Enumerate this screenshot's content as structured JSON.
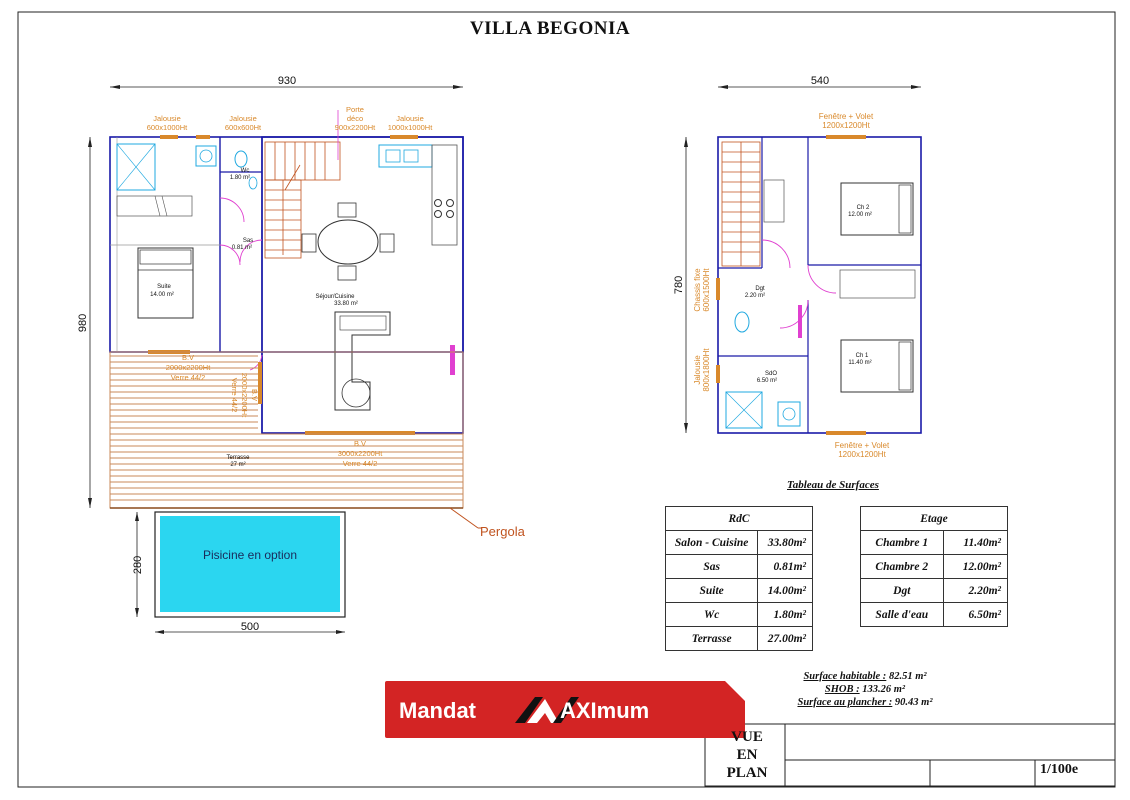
{
  "title": "VILLA BEGONIA",
  "ground_floor": {
    "dim_width": "930",
    "dim_height": "980",
    "dim_pool_height": "280",
    "dim_pool_width": "500",
    "openings": {
      "jalousie1": [
        "Jalousie",
        "600x1000Ht"
      ],
      "jalousie2": [
        "Jalousie",
        "600x600Ht"
      ],
      "porte": [
        "Porte",
        "déco",
        "900x2200Ht"
      ],
      "jalousie3": [
        "Jalousie",
        "1000x1000Ht"
      ],
      "bv1": [
        "B.V",
        "2000x2200Ht",
        "Verre 44/2"
      ],
      "bv2": [
        "B.V",
        "2000x2200Ht",
        "Verre 44/2"
      ],
      "bv3": [
        "B.V",
        "3000x2200Ht",
        "Verre 44/2"
      ]
    },
    "rooms": {
      "wc": [
        "Wc",
        "1.80 m²"
      ],
      "sas": [
        "Sas",
        "0.81 m²"
      ],
      "sejour": [
        "Séjour/Cuisine",
        "33.80 m²"
      ],
      "suite": [
        "Suite",
        "14.00 m²"
      ],
      "terrasse": [
        "Terrasse",
        "27 m²"
      ]
    },
    "pool_label": "Pisicine en option",
    "pergola_label": "Pergola"
  },
  "upper_floor": {
    "dim_width": "540",
    "dim_height": "780",
    "openings": {
      "fenetre_top": [
        "Fenêtre + Volet",
        "1200x1200Ht"
      ],
      "fenetre_bottom": [
        "Fenêtre + Volet",
        "1200x1200Ht"
      ],
      "chassis": [
        "Chassis fixe",
        "600x1500Ht"
      ],
      "jalousie": [
        "Jalousie",
        "800x1800Ht"
      ]
    },
    "rooms": {
      "ch2": [
        "Ch 2",
        "12.00 m²"
      ],
      "dgt": [
        "Dgt",
        "2.20 m²"
      ],
      "ch1": [
        "Ch 1",
        "11.40 m²"
      ],
      "sdo": [
        "SdO",
        "6.50 m²"
      ]
    }
  },
  "surfaces": {
    "title": "Tableau de Surfaces",
    "rdc": {
      "header": "RdC",
      "rows": [
        {
          "label": "Salon - Cuisine",
          "value": "33.80m²"
        },
        {
          "label": "Sas",
          "value": "0.81m²"
        },
        {
          "label": "Suite",
          "value": "14.00m²"
        },
        {
          "label": "Wc",
          "value": "1.80m²"
        },
        {
          "label": "Terrasse",
          "value": "27.00m²"
        }
      ]
    },
    "etage": {
      "header": "Etage",
      "rows": [
        {
          "label": "Chambre 1",
          "value": "11.40m²"
        },
        {
          "label": "Chambre 2",
          "value": "12.00m²"
        },
        {
          "label": "Dgt",
          "value": "2.20m²"
        },
        {
          "label": "Salle d'eau",
          "value": "6.50m²"
        }
      ]
    }
  },
  "summary": {
    "habitable_label": "Surface habitable :",
    "habitable_value": "82.51 m²",
    "shob_label": "SHOB :",
    "shob_value": "133.26 m²",
    "plancher_label": "Surface au plancher :",
    "plancher_value": "90.43 m²"
  },
  "logo": {
    "word1": "Mandat",
    "word2": "AXImum",
    "color": "#d32424"
  },
  "cartouche": {
    "view": [
      "VUE",
      "EN",
      "PLAN"
    ],
    "scale": "1/100e"
  },
  "colors": {
    "wall": "#1a1aa8",
    "orange": "#d9892b",
    "deck": "#c8895a",
    "pool": "#2bd6f0",
    "magenta": "#e040d0"
  }
}
